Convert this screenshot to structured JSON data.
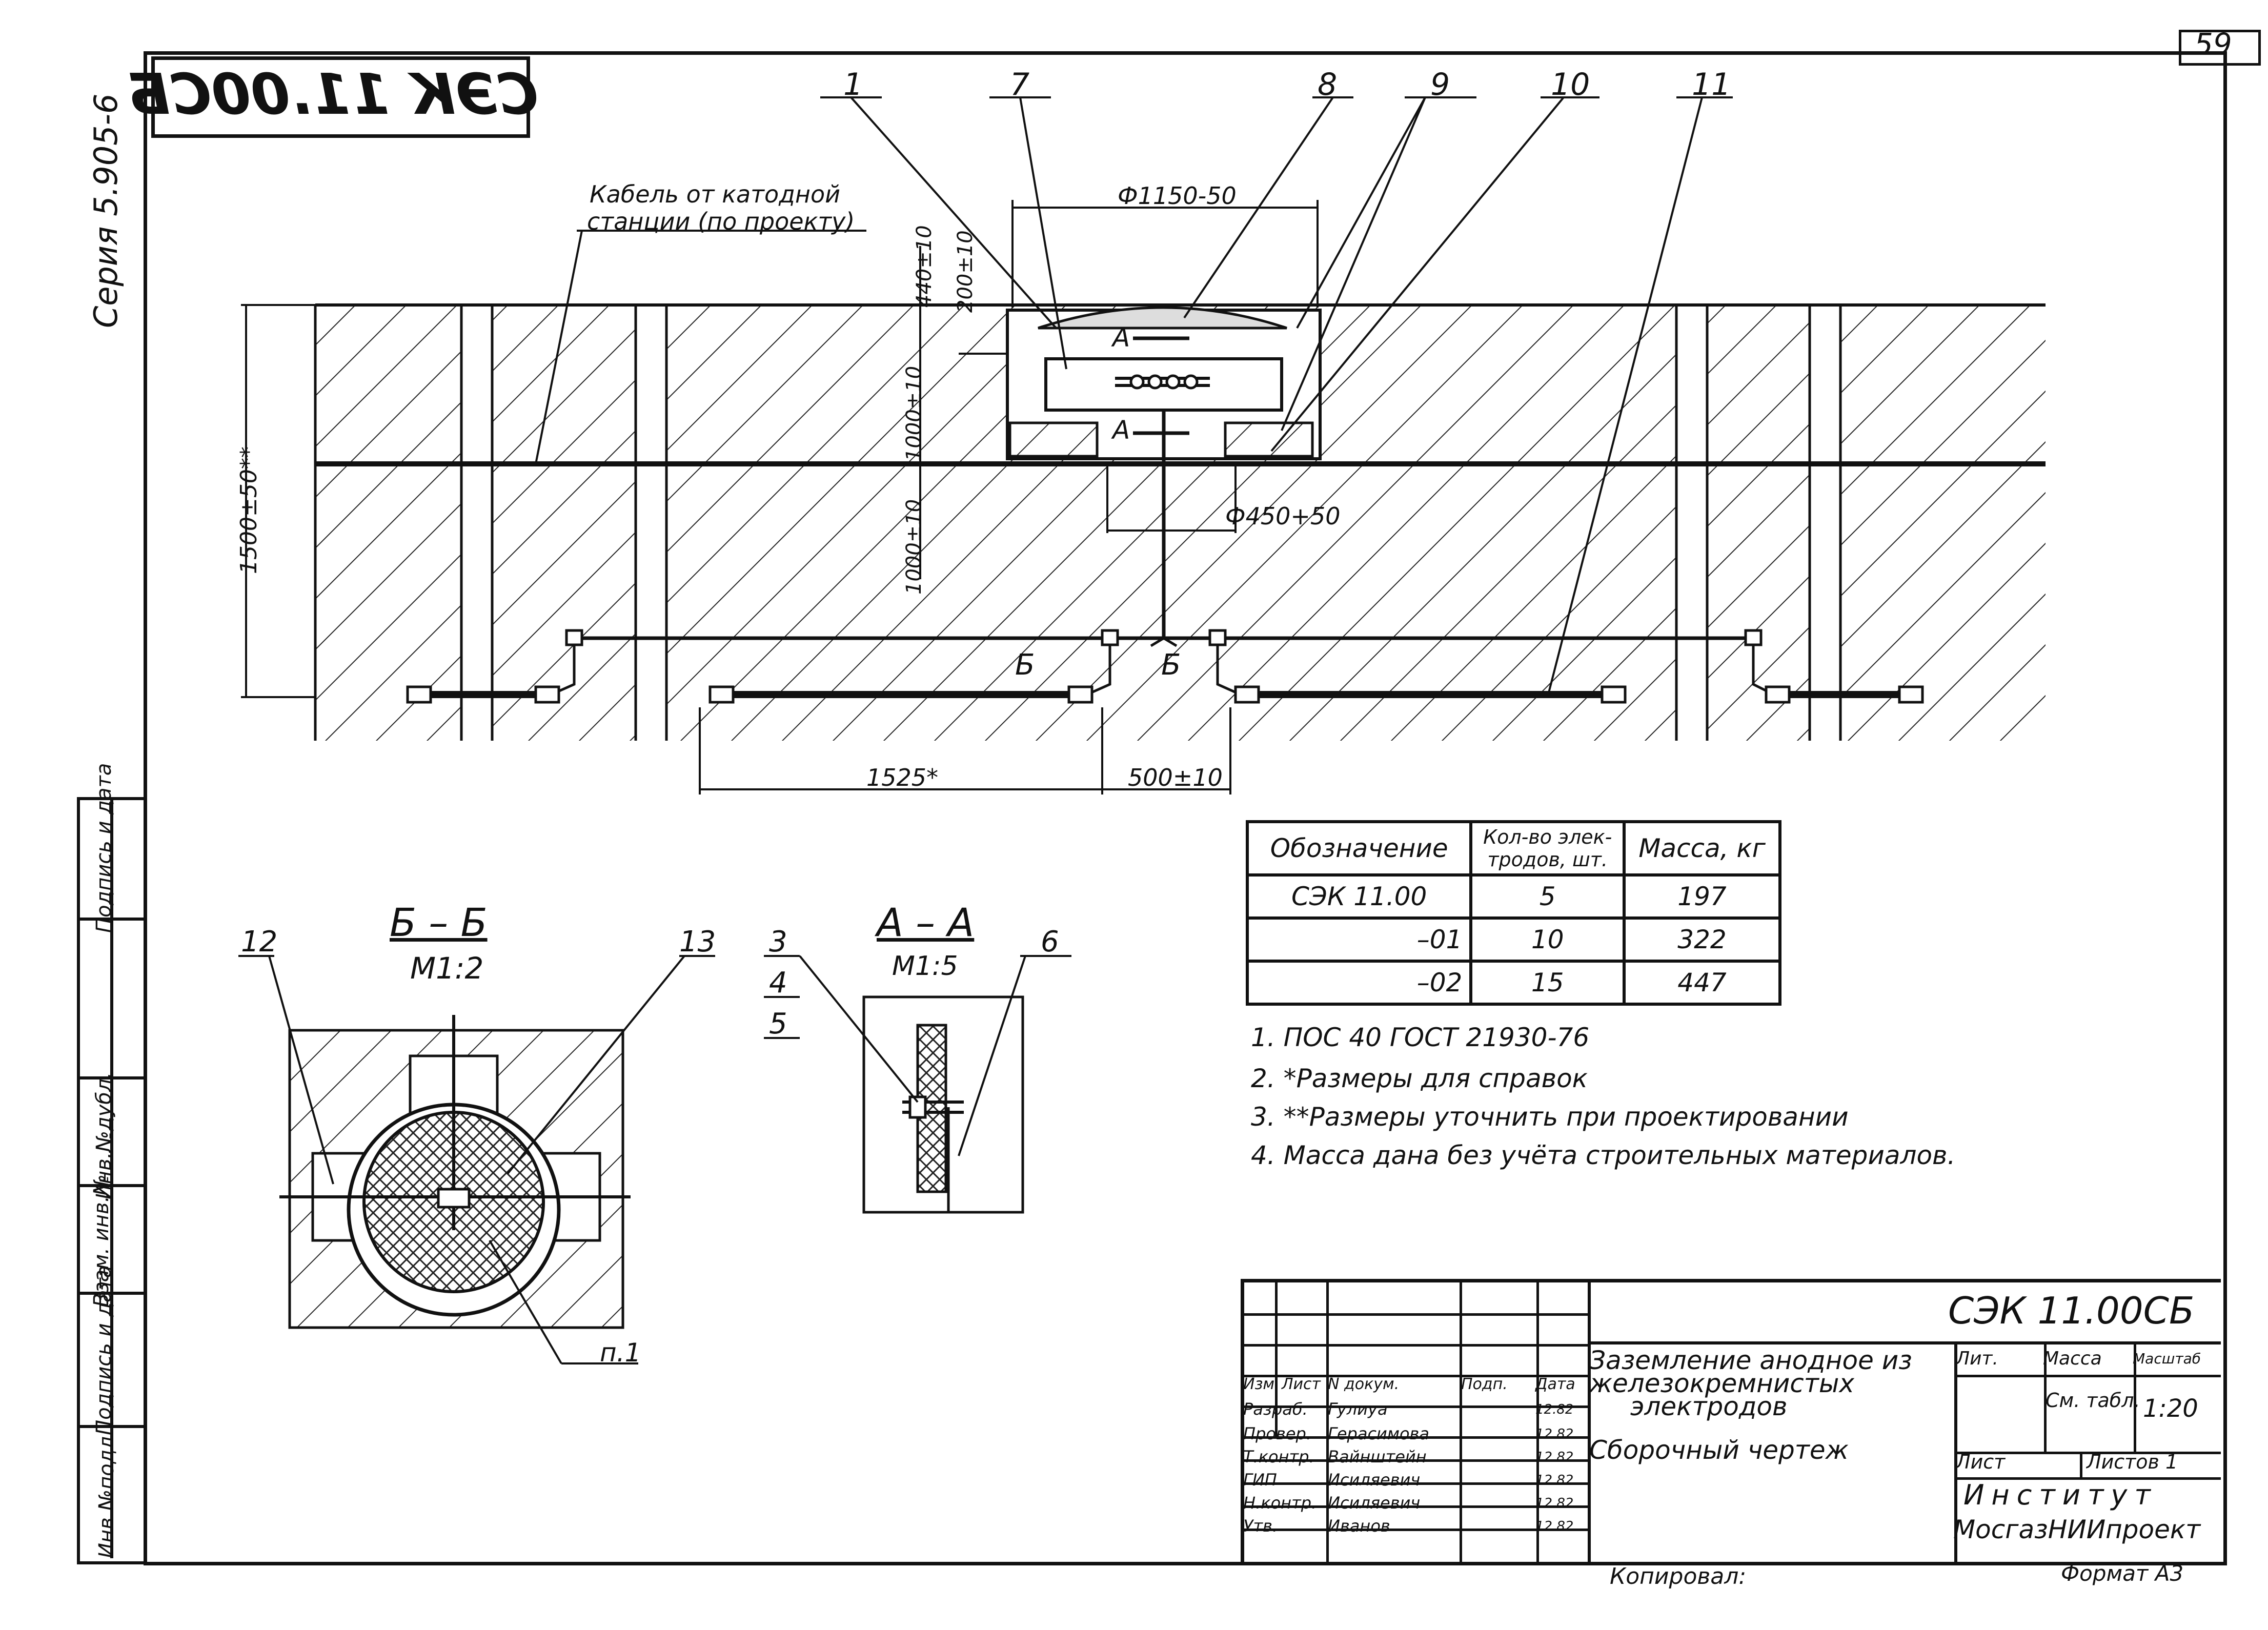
{
  "sheet_number": "59",
  "series": "Серия 5.905-6",
  "stamp_mirrored": "СЭК 11.00СБ",
  "cable_label_1": "Кабель от катодной",
  "cable_label_2": "станции (по проекту)",
  "callouts": [
    "1",
    "7",
    "8",
    "9",
    "10",
    "11",
    "12",
    "13",
    "3",
    "4",
    "5",
    "6"
  ],
  "dims": {
    "d1150": "Ф1150-50",
    "d450": "Ф450+50",
    "h440": "440±10",
    "h200": "200±10",
    "h1000a": "1000±10",
    "h1000b": "1000±10",
    "h1500": "1500±50**",
    "w1525": "1525*",
    "w500": "500±10",
    "sec_a": "А",
    "sec_b": "Б"
  },
  "section_bb": {
    "title": "Б – Б",
    "scale": "М1:2",
    "note_ref": "п.1"
  },
  "section_aa": {
    "title": "А – А",
    "scale": "М1:5"
  },
  "spec_table": {
    "headers": [
      "Обозначение",
      "Кол-во элек-тродов, шт.",
      "Масса, кг"
    ],
    "rows": [
      [
        "СЭК 11.00",
        "5",
        "197"
      ],
      [
        "–01",
        "10",
        "322"
      ],
      [
        "–02",
        "15",
        "447"
      ]
    ]
  },
  "notes": [
    "1. ПОС 40  ГОСТ 21930-76",
    "2. *Размеры для справок",
    "3. **Размеры уточнить при проектировании",
    "4. Масса дана без учёта строительных материалов."
  ],
  "side_stamps": [
    "Инв.№подл.",
    "Подпись и дата",
    "Взам. инв.№",
    "Инв.№дубл.",
    "Подпись и дата"
  ],
  "title_block": {
    "doc_code": "СЭК 11.00СБ",
    "title_1": "Заземление анодное из",
    "title_2": "железокремнистых",
    "title_3": "электродов",
    "title_4": "Сборочный чертеж",
    "head_cols": [
      "Изм",
      "Лист",
      "N докум.",
      "Подп.",
      "Дата"
    ],
    "rows": [
      {
        "role": "Разраб.",
        "name": "Гулиуа",
        "date": "12.82"
      },
      {
        "role": "Провер.",
        "name": "Герасимова",
        "date": "12.82"
      },
      {
        "role": "Т.контр.",
        "name": "Вайнштейн",
        "date": "12.82"
      },
      {
        "role": "ГИП",
        "name": "Исиляевич",
        "date": "12.82"
      },
      {
        "role": "Н.контр.",
        "name": "Исиляевич",
        "date": "12.82"
      },
      {
        "role": "Утв.",
        "name": "Иванов",
        "date": "12.82"
      }
    ],
    "lit_label": "Лит.",
    "mass_label": "Масса",
    "scale_label": "Масштаб",
    "mass_value": "См. табл.",
    "scale_value": "1:20",
    "sheet_label": "Лист",
    "sheets_label": "Листов 1",
    "institute_1": "Институт",
    "institute_2": "МосгазНИИпроект",
    "copied": "Копировал:",
    "format": "Формат А3"
  }
}
